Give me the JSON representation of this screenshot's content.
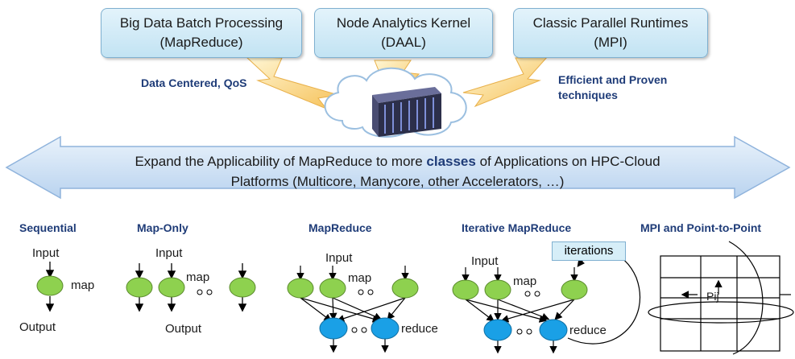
{
  "top_boxes": [
    {
      "line1": "Big Data Batch Processing",
      "line2": "(MapReduce)"
    },
    {
      "line1": "Node Analytics Kernel",
      "line2": "(DAAL)"
    },
    {
      "line1": "Classic Parallel Runtimes",
      "line2": "(MPI)"
    }
  ],
  "left_label": "Data Centered, QoS",
  "right_label": {
    "line1": "Efficient and Proven",
    "line2": "techniques"
  },
  "banner": {
    "part1": "Expand the Applicability of MapReduce to more ",
    "bold": "classes",
    "part2": " of Applications on HPC-Cloud",
    "line2": "Platforms (Multicore, Manycore, other Accelerators, …)"
  },
  "patterns": {
    "sequential": {
      "title": "Sequential",
      "input": "Input",
      "map": "map",
      "output": "Output"
    },
    "map_only": {
      "title": "Map-Only",
      "input": "Input",
      "map": "map",
      "output": "Output"
    },
    "mapreduce": {
      "title": "MapReduce",
      "input": "Input",
      "map": "map",
      "reduce": "reduce"
    },
    "iterative": {
      "title": "Iterative MapReduce",
      "input": "Input",
      "map": "map",
      "reduce": "reduce",
      "iterations": "iterations"
    },
    "mpi": {
      "title": "MPI and Point-to-Point",
      "cell": "Pij"
    }
  },
  "colors": {
    "map_node": "#8ed14f",
    "reduce_node": "#1aa0e6",
    "banner": "#cfe3f7",
    "title": "#1f3c78"
  }
}
